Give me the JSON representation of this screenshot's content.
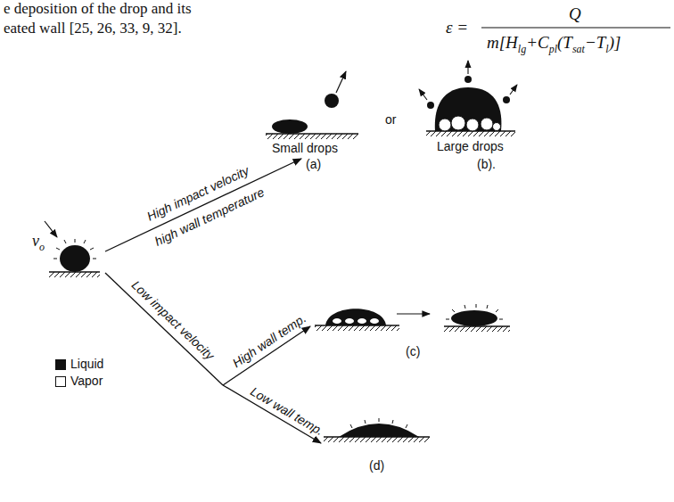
{
  "diagram": {
    "labels": [
      "e deposition of the drop and its",
      "eated wall [25, 26, 33, 9, 32].",
      "ε =",
      "Q",
      "m[H",
      "lg",
      "+C",
      "pl",
      "(T",
      "sat",
      "−T",
      "l",
      ")]",
      "v",
      "o",
      "High impact velocity",
      "high wall temperature",
      "Small drops",
      "or",
      "Large drops",
      "(a)",
      "(b).",
      "Low impact velocity",
      "High wall temp.",
      "Low wall temp.",
      "(c)",
      "(d)"
    ],
    "legend": [
      {
        "text": "Liquid",
        "color": "#111111"
      },
      {
        "text": "Vapor",
        "color": "#ffffff"
      }
    ]
  }
}
